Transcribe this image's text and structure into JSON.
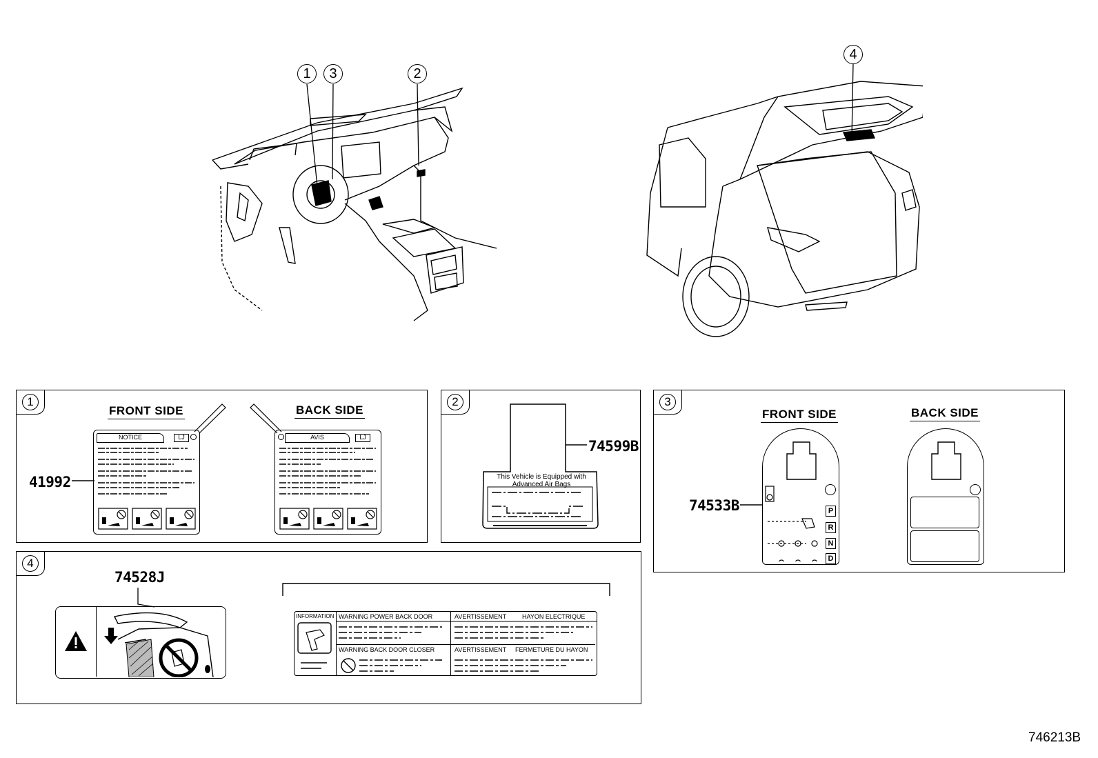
{
  "callouts": {
    "c1": "1",
    "c2": "2",
    "c3": "3",
    "c4": "4"
  },
  "panel1": {
    "num": "1",
    "front_title": "FRONT SIDE",
    "back_title": "BACK SIDE",
    "part": "41992",
    "front_header": "NOTICE",
    "front_tag": "LJ",
    "back_header": "AVIS",
    "back_tag": "LJ"
  },
  "panel2": {
    "num": "2",
    "part": "74599B",
    "label_line1": "This Vehicle is Equipped with",
    "label_line2": "Advanced Air Bags"
  },
  "panel3": {
    "num": "3",
    "front_title": "FRONT SIDE",
    "back_title": "BACK SIDE",
    "part": "74533B",
    "gears": [
      "P",
      "R",
      "N",
      "D"
    ]
  },
  "panel4": {
    "num": "4",
    "part": "74528J",
    "info_head": "INFORMATION",
    "warn1": "WARNING  POWER BACK DOOR",
    "avert1": "AVERTISSEMENT",
    "hayon1": "HAYON ELECTRIQUE",
    "warn2": "WARNING  BACK DOOR CLOSER",
    "avert2": "AVERTISSEMENT",
    "hayon2": "FERMETURE DU HAYON"
  },
  "diagram_code": "746213B"
}
